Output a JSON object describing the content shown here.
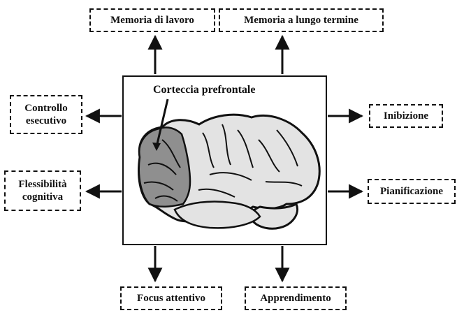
{
  "center": {
    "label": "Corteccia prefrontale"
  },
  "functions": {
    "top_left": "Memoria di lavoro",
    "top_right": "Memoria a lungo termine",
    "left_top_line1": "Controllo",
    "left_top_line2": "esecutivo",
    "left_bottom_line1": "Flessibilità",
    "left_bottom_line2": "cognitiva",
    "right_top": "Inibizione",
    "right_bottom": "Pianificazione",
    "bottom_left": "Focus attentivo",
    "bottom_right": "Apprendimento"
  },
  "colors": {
    "stroke": "#111111",
    "brain_fill": "#e3e3e3",
    "prefrontal_fill": "#8f8f8f"
  }
}
